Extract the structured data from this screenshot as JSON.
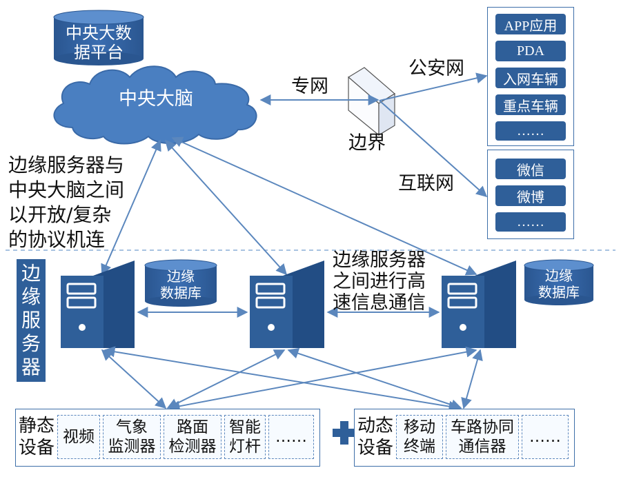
{
  "central_platform": [
    "中央大数",
    "据平台"
  ],
  "central_brain": "中央大脑",
  "private_net": "专网",
  "boundary": "边界",
  "public_security_net": "公安网",
  "internet": "互联网",
  "psn_items": [
    "APP应用",
    "PDA",
    "入网车辆",
    "重点车辆",
    "……"
  ],
  "internet_items": [
    "微信",
    "微博",
    "……"
  ],
  "edge_brain_note": [
    "边缘服务器与",
    "中央大脑之间",
    "以开放/复杂",
    "的协议机连"
  ],
  "edge_servers_label": [
    "边",
    "缘",
    "服",
    "务",
    "器"
  ],
  "edge_db_left": [
    "边缘",
    "数据库"
  ],
  "edge_db_right": [
    "边缘",
    "数据库"
  ],
  "edge_comm_note": [
    "边缘服务器",
    "之间进行高",
    "速信息通信"
  ],
  "static_devices": {
    "title": [
      "静态",
      "设备"
    ],
    "items": [
      [
        "视频"
      ],
      [
        "气象",
        "监测器"
      ],
      [
        "路面",
        "检测器"
      ],
      [
        "智能",
        "灯杆"
      ],
      [
        "……"
      ]
    ]
  },
  "dynamic_devices": {
    "title": [
      "动态",
      "设备"
    ],
    "items": [
      [
        "移动",
        "终端"
      ],
      [
        "车路协同",
        "通信器"
      ],
      [
        "……"
      ]
    ]
  },
  "colors": {
    "primary": "#2f5f99",
    "arrow": "#5b87bd",
    "cloud": "#4a7fc1"
  }
}
